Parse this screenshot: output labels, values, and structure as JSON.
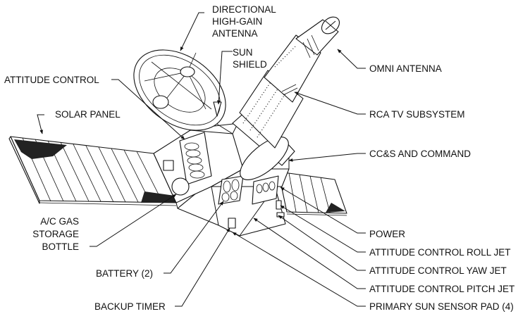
{
  "title": "Spacecraft component diagram",
  "labels": {
    "directional_antenna": [
      "DIRECTIONAL",
      "HIGH-GAIN",
      "ANTENNA"
    ],
    "sun_shield": [
      "SUN",
      "SHIELD"
    ],
    "attitude_control": "ATTITUDE CONTROL",
    "solar_panel": "SOLAR PANEL",
    "omni_antenna": "OMNI ANTENNA",
    "rca_tv": "RCA TV SUBSYSTEM",
    "ccs_command": "CC&S AND COMMAND",
    "ac_gas_bottle": [
      "A/C GAS",
      "STORAGE",
      "BOTTLE"
    ],
    "battery": "BATTERY (2)",
    "backup_timer": "BACKUP TIMER",
    "power": "POWER",
    "roll_jet": "ATTITUDE CONTROL ROLL JET",
    "yaw_jet": "ATTITUDE CONTROL YAW JET",
    "pitch_jet": "ATTITUDE CONTROL PITCH JET",
    "sun_sensor": "PRIMARY SUN SENSOR PAD (4)"
  }
}
